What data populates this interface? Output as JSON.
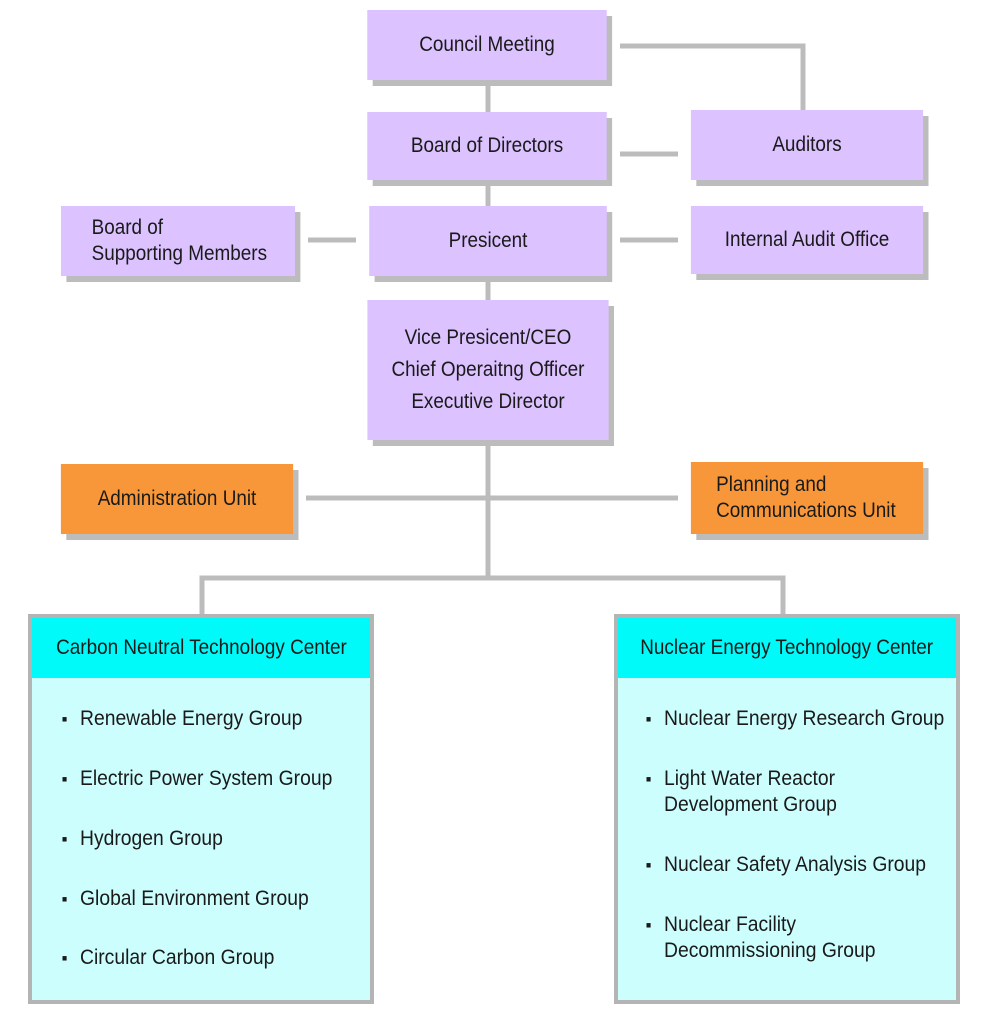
{
  "governance": {
    "council": "Council Meeting",
    "board": "Board of Directors",
    "auditors": "Auditors",
    "president": "Presicent",
    "supporting_line1": "Board of",
    "supporting_line2": "Supporting Members",
    "internal_audit": "Internal Audit Office",
    "exec_line1": "Vice Presicent/CEO",
    "exec_line2": "Chief Operaitng Officer",
    "exec_line3": "Executive Director"
  },
  "units": {
    "administration": "Administration Unit",
    "planning_line1": "Planning and",
    "planning_line2": "Communications Unit"
  },
  "centers": {
    "carbon": {
      "title": "Carbon Neutral Technology Center",
      "groups": [
        "Renewable Energy Group",
        "Electric Power System Group",
        "Hydrogen Group",
        "Global Environment Group",
        "Circular Carbon Group"
      ]
    },
    "nuclear": {
      "title": "Nuclear Energy Technology Center",
      "groups": [
        {
          "line1": "Nuclear Energy Research Group",
          "line2": ""
        },
        {
          "line1": "Light Water Reactor",
          "line2": "Development Group"
        },
        {
          "line1": "Nuclear Safety Analysis Group",
          "line2": ""
        },
        {
          "line1": "Nuclear Facility",
          "line2": "Decommissioning Group"
        }
      ]
    }
  },
  "colors": {
    "governance_box": "#dcc2ff",
    "unit_box": "#f8973a",
    "center_header": "#00fafa",
    "center_body": "#ccfefe",
    "connector": "#bcbcbc"
  }
}
